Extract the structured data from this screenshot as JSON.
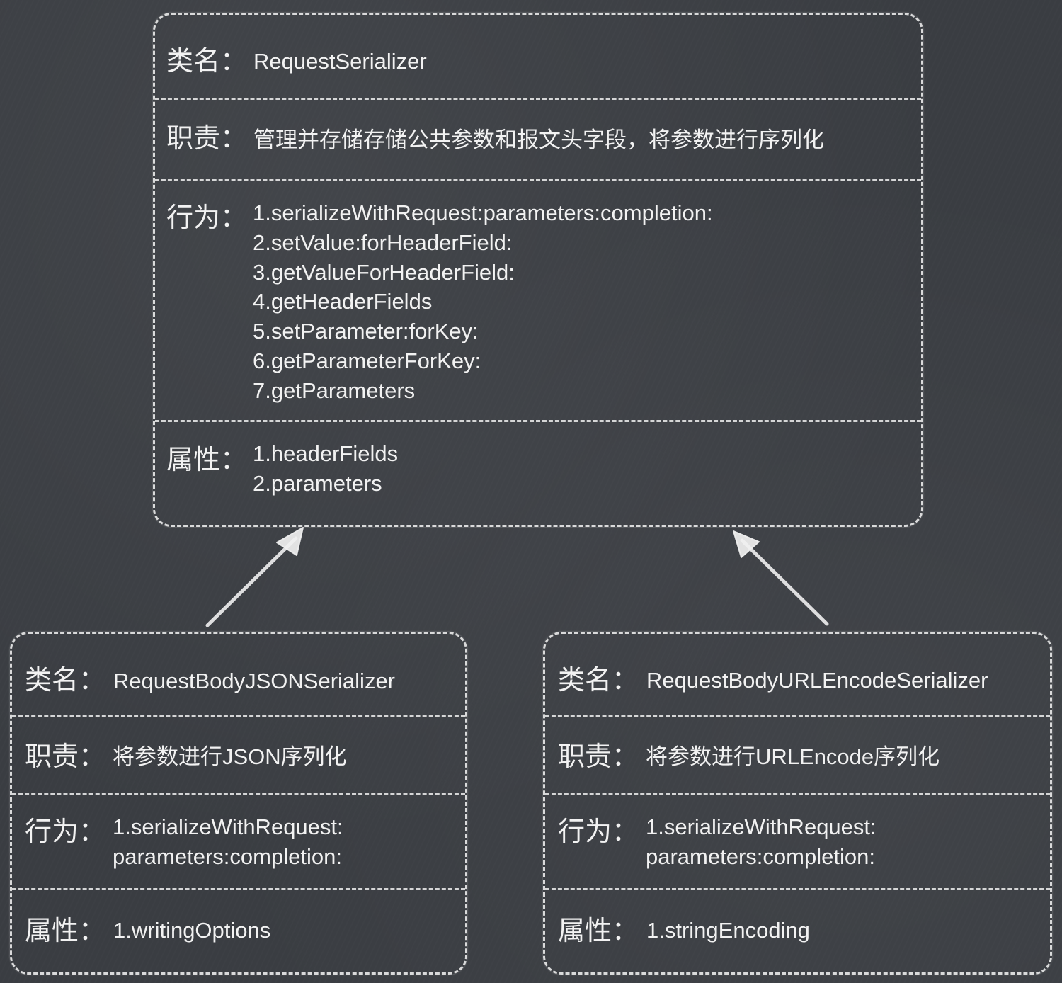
{
  "labels": {
    "class_name": "类名：",
    "responsibility": "职责：",
    "behavior": "行为：",
    "attributes": "属性："
  },
  "classes": {
    "base": {
      "name": "RequestSerializer",
      "responsibility": "管理并存储存储公共参数和报文头字段，将参数进行序列化",
      "behaviors": [
        "1.serializeWithRequest:parameters:completion:",
        "2.setValue:forHeaderField:",
        "3.getValueForHeaderField:",
        "4.getHeaderFields",
        "5.setParameter:forKey:",
        "6.getParameterForKey:",
        "7.getParameters"
      ],
      "attributes": [
        "1.headerFields",
        "2.parameters"
      ]
    },
    "json": {
      "name": "RequestBodyJSONSerializer",
      "responsibility": "将参数进行JSON序列化",
      "behaviors": [
        "1.serializeWithRequest:",
        "parameters:completion:"
      ],
      "attributes": [
        "1.writingOptions"
      ]
    },
    "urlencode": {
      "name": "RequestBodyURLEncodeSerializer",
      "responsibility": "将参数进行URLEncode序列化",
      "behaviors": [
        "1.serializeWithRequest:",
        "parameters:completion:"
      ],
      "attributes": [
        "1.stringEncoding"
      ]
    }
  },
  "relations": [
    {
      "from": "json",
      "to": "base",
      "type": "inheritance"
    },
    {
      "from": "urlencode",
      "to": "base",
      "type": "inheritance"
    }
  ],
  "colors": {
    "background": "#3a3d42",
    "chalk": "#f2f2f2"
  }
}
